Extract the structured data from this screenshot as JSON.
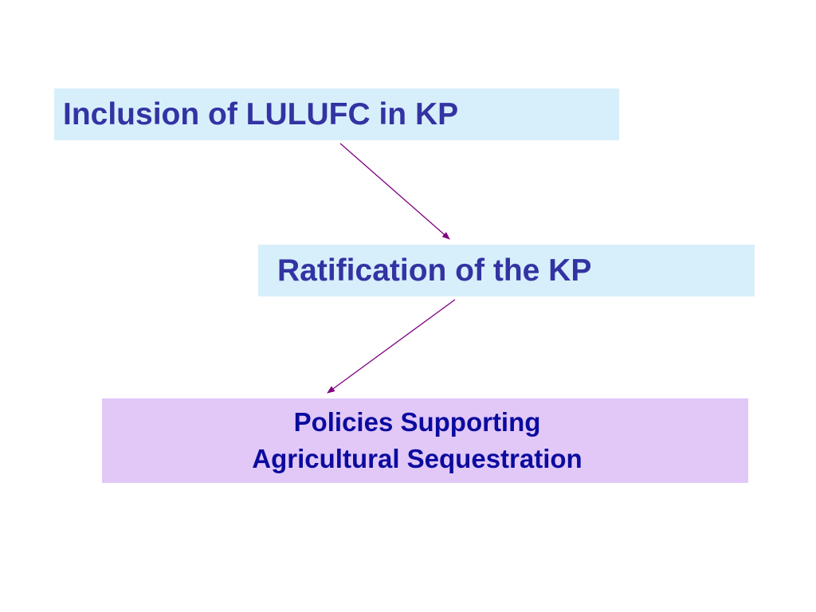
{
  "colors": {
    "background": "#ffffff",
    "box_light_blue": "#d7effb",
    "box_lavender": "#e1c8f7",
    "text_blue": "#3333a3",
    "text_navy": "#0b0b9e",
    "arrow": "#800080"
  },
  "diagram": {
    "nodes": [
      {
        "id": "n1",
        "text": "Inclusion of LULUFC in KP"
      },
      {
        "id": "n2",
        "text": "Ratification of the KP"
      },
      {
        "id": "n3",
        "lines": [
          "Policies Supporting",
          "Agricultural Sequestration"
        ]
      }
    ],
    "edges": [
      {
        "from": "n1",
        "to": "n2"
      },
      {
        "from": "n2",
        "to": "n3"
      }
    ]
  }
}
